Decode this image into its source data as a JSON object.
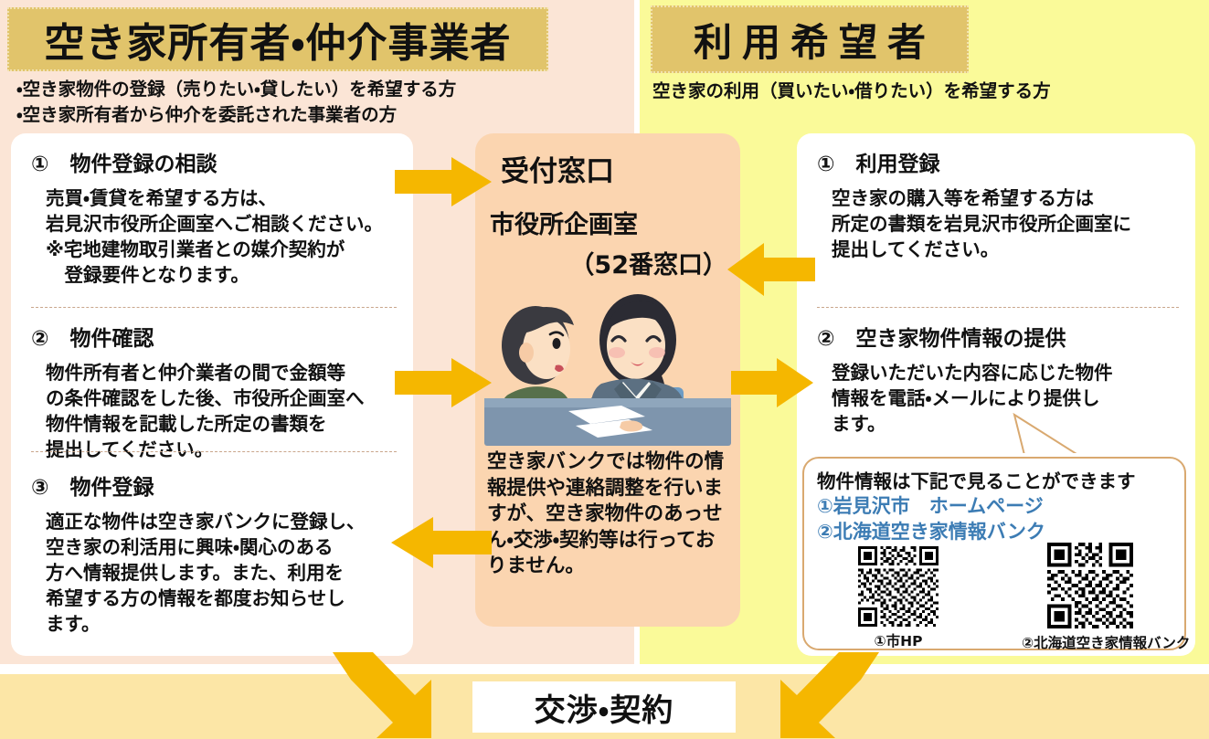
{
  "colors": {
    "left_bg": "#FBE5D6",
    "right_bg": "#FAFA99",
    "bottom_bg": "#FCE6A6",
    "header_band": "#E1C46B",
    "arrow": "#F5B700",
    "center_panel": "#FBD5B0",
    "link_blue": "#3C7CB4",
    "bubble_border": "#D9A970"
  },
  "left_header": {
    "title": "空き家所有者・仲介事業者",
    "subtitle": "・空き家物件の登録（売りたい・貸したい）を希望する方\n・空き家所有者から仲介を委託された事業者の方"
  },
  "right_header": {
    "title": "利用希望者",
    "subtitle": "空き家の利用（買いたい・借りたい）を希望する方"
  },
  "left_steps": [
    {
      "number": "①",
      "title": "①　物件登録の相談",
      "body": "売買・賃貸を希望する方は、\n岩見沢市役所企画室へご相談ください。\n※宅地建物取引業者との媒介契約が\n　登録要件となります。"
    },
    {
      "number": "②",
      "title": "②　物件確認",
      "body": "物件所有者と仲介業者の間で金額等\nの条件確認をした後、市役所企画室へ\n物件情報を記載した所定の書類を\n提出してください。"
    },
    {
      "number": "③",
      "title": "③　物件登録",
      "body": "適正な物件は空き家バンクに登録し、\n空き家の利活用に興味・関心のある\n方へ情報提供します。また、利用を\n希望する方の情報を都度お知らせし\nます。"
    }
  ],
  "right_steps": [
    {
      "number": "①",
      "title": "①　利用登録",
      "body": "空き家の購入等を希望する方は\n所定の書類を岩見沢市役所企画室に\n提出してください。"
    },
    {
      "number": "②",
      "title": "②　空き家物件情報の提供",
      "body": "登録いただいた内容に応じた物件\n情報を電話・メールにより提供し\nます。"
    }
  ],
  "center_panel": {
    "title": "受付窓口",
    "office": "市役所企画室",
    "window_number": "（52番窓口）",
    "illustration_alt": "consultation-illustration",
    "note": "空き家バンクでは物件の情報提供や連絡調整を行いますが、空き家物件のあっせん・交渉・契約等は行っておりません。"
  },
  "qr_box": {
    "heading": "物件情報は下記で見ることができます",
    "links": [
      "①岩見沢市　ホームページ",
      "②北海道空き家情報バンク"
    ],
    "captions": [
      "①市HP",
      "②北海道空き家情報バンク"
    ]
  },
  "bottom": {
    "label": "交渉・契約"
  },
  "arrows": [
    {
      "name": "arrow-left-to-center-top",
      "direction": "right"
    },
    {
      "name": "arrow-left-to-center-middle",
      "direction": "right"
    },
    {
      "name": "arrow-center-to-left",
      "direction": "left"
    },
    {
      "name": "arrow-right-to-center",
      "direction": "left"
    },
    {
      "name": "arrow-center-to-right",
      "direction": "right"
    },
    {
      "name": "arrow-bottom-left",
      "direction": "down-right"
    },
    {
      "name": "arrow-bottom-right",
      "direction": "down-left"
    }
  ]
}
